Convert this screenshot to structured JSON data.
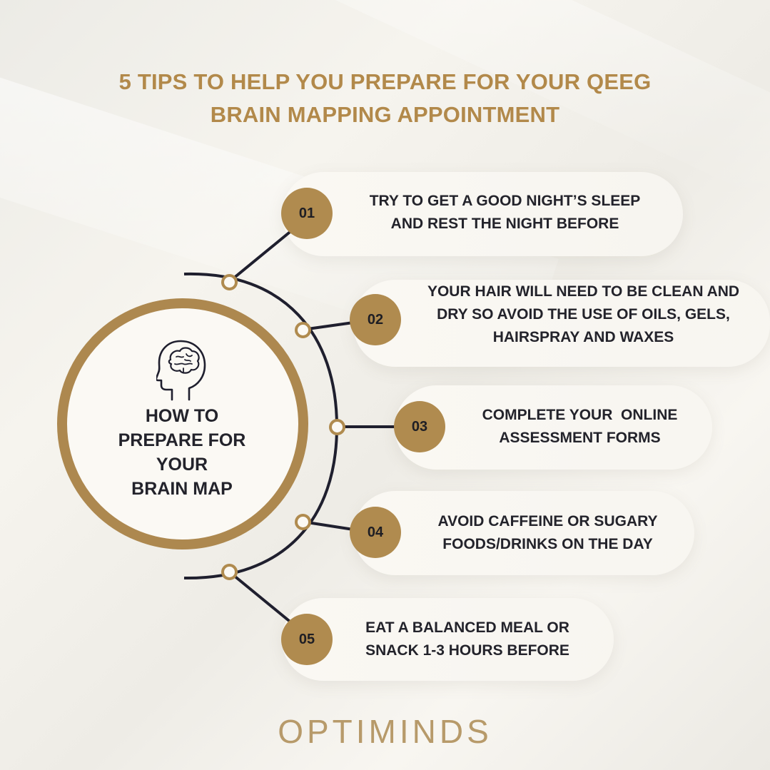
{
  "title": {
    "line1": "5 TIPS TO HELP YOU PREPARE FOR YOUR QEEG",
    "line2": "BRAIN MAPPING APPOINTMENT"
  },
  "hub": {
    "icon": "brain-head-icon",
    "line1": "HOW TO",
    "line2": "PREPARE FOR",
    "line3": "YOUR",
    "line4": "BRAIN MAP"
  },
  "tips": [
    {
      "number": "01",
      "line1": "TRY TO GET A GOOD NIGHT’S SLEEP",
      "line2": "AND REST THE NIGHT BEFORE"
    },
    {
      "number": "02",
      "line1": "YOUR HAIR WILL NEED TO BE CLEAN AND",
      "line2": "DRY SO AVOID THE USE OF OILS, GELS,",
      "line3": "HAIRSPRAY AND WAXES"
    },
    {
      "number": "03",
      "line1": "COMPLETE YOUR  ONLINE",
      "line2": "ASSESSMENT FORMS"
    },
    {
      "number": "04",
      "line1": "AVOID CAFFEINE OR SUGARY",
      "line2": "FOODS/DRINKS ON THE DAY"
    },
    {
      "number": "05",
      "line1": "EAT A BALANCED MEAL OR",
      "line2": "SNACK 1-3 HOURS BEFORE"
    }
  ],
  "brand": "OPTIMINDS",
  "colors": {
    "gold": "#b08b4f",
    "title_gold": "#b2894a",
    "text_dark": "#23232b",
    "line_navy": "#1f1f2e"
  }
}
